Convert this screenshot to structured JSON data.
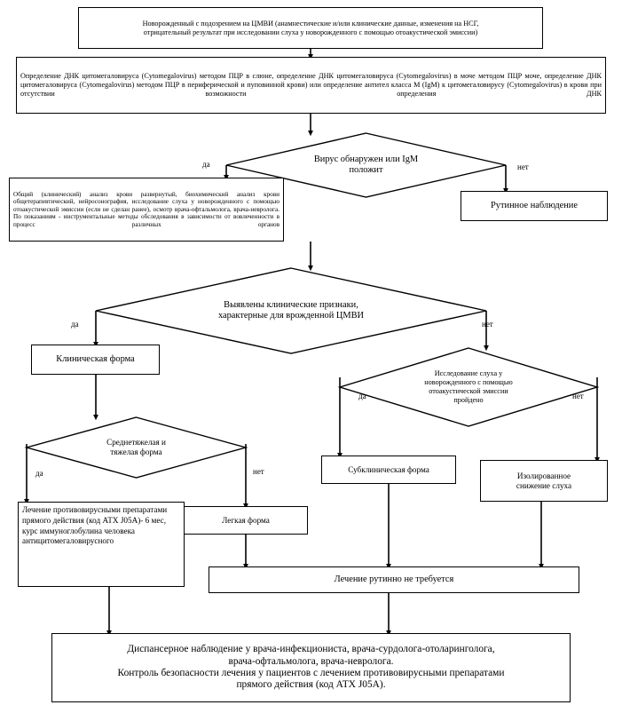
{
  "diagram": {
    "title": "Алгоритм ведения новорожденного с подозрением на врожденную ЦМВИ",
    "language": "ru",
    "colors": {
      "background": "#ffffff",
      "stroke": "#000000",
      "text": "#000000"
    }
  },
  "nodes": {
    "suspect": {
      "label": "Новорожденный с подозрением на ЦМВИ (анамнестические и/или клинические данные, изменения на НСГ,\nотрицательный результат при исследовании слуха у новорожденного с помощью отоакустической эмиссии)",
      "type": "process"
    },
    "pcr": {
      "label": "Определение ДНК цитомегаловируса (Cytomegalovirus) методом ПЦР в слюне, определение ДНК цитомегаловируса (Cytomegalovirus) в моче методом ПЦР моче, определение ДНК цитомегаловируса (Cytomegalovirus) методом ПЦР в периферической и пуповинной крови) или определение антител класса M (IgM) к цитомегаловирусу (Cytomegalovirus) в крови при отсутствии возможности определения ДНК",
      "type": "process"
    },
    "virus_found": {
      "label": "Вирус обнаружен или IgM\nположит",
      "type": "decision"
    },
    "workup": {
      "label": "Общий (клинический) анализ крови развернутый, биохимический анализ крови общетерапевтический, нейросонография, исследование слуха у новорожденного с помощью отоакустической эмиссии (если не сделан ранее), осмотр врача-офтальмолога, врача-невролога. По показаниям - инструментальные методы обследования в зависимости от вовлеченности в процесс различных органов",
      "type": "process"
    },
    "routine_observation": {
      "label": "Рутинное наблюдение",
      "type": "process"
    },
    "clinical_signs": {
      "label": "Выявлены клинические признаки,\nхарактерные для врожденной ЦМВИ",
      "type": "decision"
    },
    "clinical_form": {
      "label": "Клиническая форма",
      "type": "process"
    },
    "hearing_test": {
      "label": "Исследование слуха у\nноворожденного с помощью\nотоакустической эмиссии\nпройдено",
      "type": "decision"
    },
    "moderate_severe": {
      "label": "Среднетяжелая и\nтяжелая форма",
      "type": "decision"
    },
    "subclinical_form": {
      "label": "Субклиническая форма",
      "type": "process"
    },
    "isolated_hearing_loss": {
      "label": "Изолированное\nснижение слуха",
      "type": "process"
    },
    "antiviral_treatment": {
      "label": "Лечение  противовирусными препаратами           прямого действия (код АТХ J05A)-  6 мес, курс иммуноглобулина человека антицитомегаловирусного",
      "type": "process"
    },
    "mild_form": {
      "label": "Легкая форма",
      "type": "process"
    },
    "no_routine_treatment": {
      "label": "Лечение рутинно не требуется",
      "type": "process"
    },
    "dispensary": {
      "label": "Диспансерное наблюдение у врача-инфекциониста, врача-сурдолога-отоларинголога,\nврача-офтальмолога, врача-невролога.\nКонтроль безопасности лечения у пациентов с лечением противовирусными препаратами\nпрямого действия (код АТХ J05A).",
      "type": "process"
    }
  },
  "edge_labels": {
    "virus_yes": "да",
    "virus_no": "нет",
    "signs_yes": "да",
    "signs_no": "нет",
    "hearing_yes": "да",
    "hearing_no": "нет",
    "severity_yes": "да",
    "severity_no": "нет"
  }
}
